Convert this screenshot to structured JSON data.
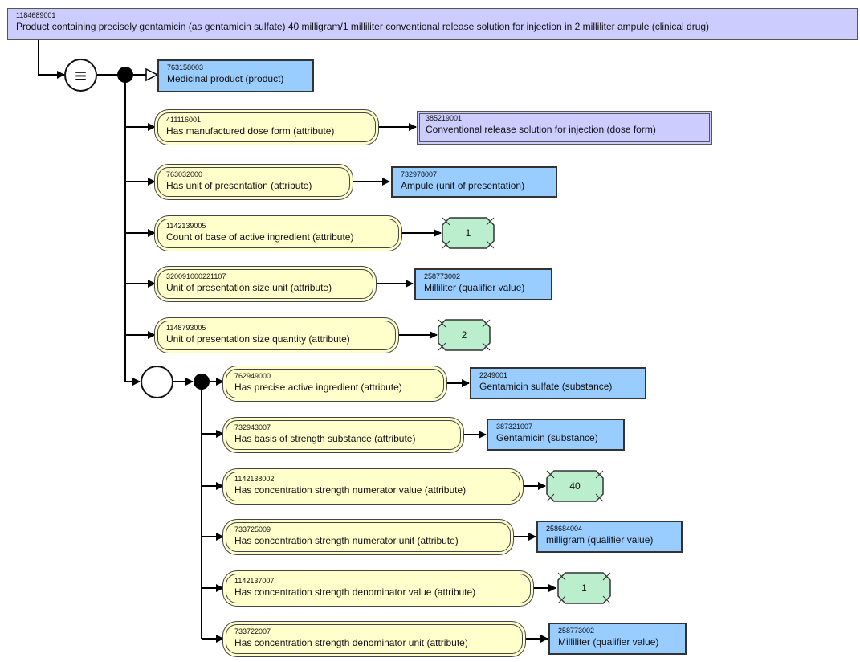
{
  "focus": {
    "sctid": "1184689001",
    "term": "Product containing precisely gentamicin (as gentamicin sulfate) 40 milligram/1 milliliter conventional release solution for injection in 2 milliliter ampule (clinical drug)"
  },
  "definition_symbol": "≡",
  "parent": {
    "sctid": "763158003",
    "term": "Medicinal product (product)"
  },
  "attributes": [
    {
      "sctid": "411116001",
      "term": "Has manufactured dose form (attribute)",
      "value": {
        "kind": "defined",
        "sctid": "385219001",
        "term": "Conventional release solution for injection (dose form)"
      }
    },
    {
      "sctid": "763032000",
      "term": "Has unit of presentation (attribute)",
      "value": {
        "kind": "primitive",
        "sctid": "732978007",
        "term": "Ampule (unit of presentation)"
      }
    },
    {
      "sctid": "1142139005",
      "term": "Count of base of active ingredient (attribute)",
      "value": {
        "kind": "concrete",
        "text": "1"
      }
    },
    {
      "sctid": "320091000221107",
      "term": "Unit of presentation size unit (attribute)",
      "value": {
        "kind": "primitive",
        "sctid": "258773002",
        "term": "Milliliter (qualifier value)"
      }
    },
    {
      "sctid": "1148793005",
      "term": "Unit of presentation size quantity (attribute)",
      "value": {
        "kind": "concrete",
        "text": "2"
      }
    }
  ],
  "group_attributes": [
    {
      "sctid": "762949000",
      "term": "Has precise active ingredient (attribute)",
      "value": {
        "kind": "primitive",
        "sctid": "2249001",
        "term": "Gentamicin sulfate (substance)"
      }
    },
    {
      "sctid": "732943007",
      "term": "Has basis of strength substance (attribute)",
      "value": {
        "kind": "primitive",
        "sctid": "387321007",
        "term": "Gentamicin (substance)"
      }
    },
    {
      "sctid": "1142138002",
      "term": "Has concentration strength numerator value (attribute)",
      "value": {
        "kind": "concrete",
        "text": "40"
      }
    },
    {
      "sctid": "733725009",
      "term": "Has concentration strength numerator unit (attribute)",
      "value": {
        "kind": "primitive",
        "sctid": "258684004",
        "term": "milligram (qualifier value)"
      }
    },
    {
      "sctid": "1142137007",
      "term": "Has concentration strength denominator value (attribute)",
      "value": {
        "kind": "concrete",
        "text": "1"
      }
    },
    {
      "sctid": "733722007",
      "term": "Has concentration strength denominator unit (attribute)",
      "value": {
        "kind": "primitive",
        "sctid": "258773002",
        "term": "Milliliter (qualifier value)"
      }
    }
  ],
  "colors": {
    "defined": "#ccccff",
    "primitive": "#99ccff",
    "attribute": "#ffffcc",
    "concrete": "#bbeecc"
  }
}
